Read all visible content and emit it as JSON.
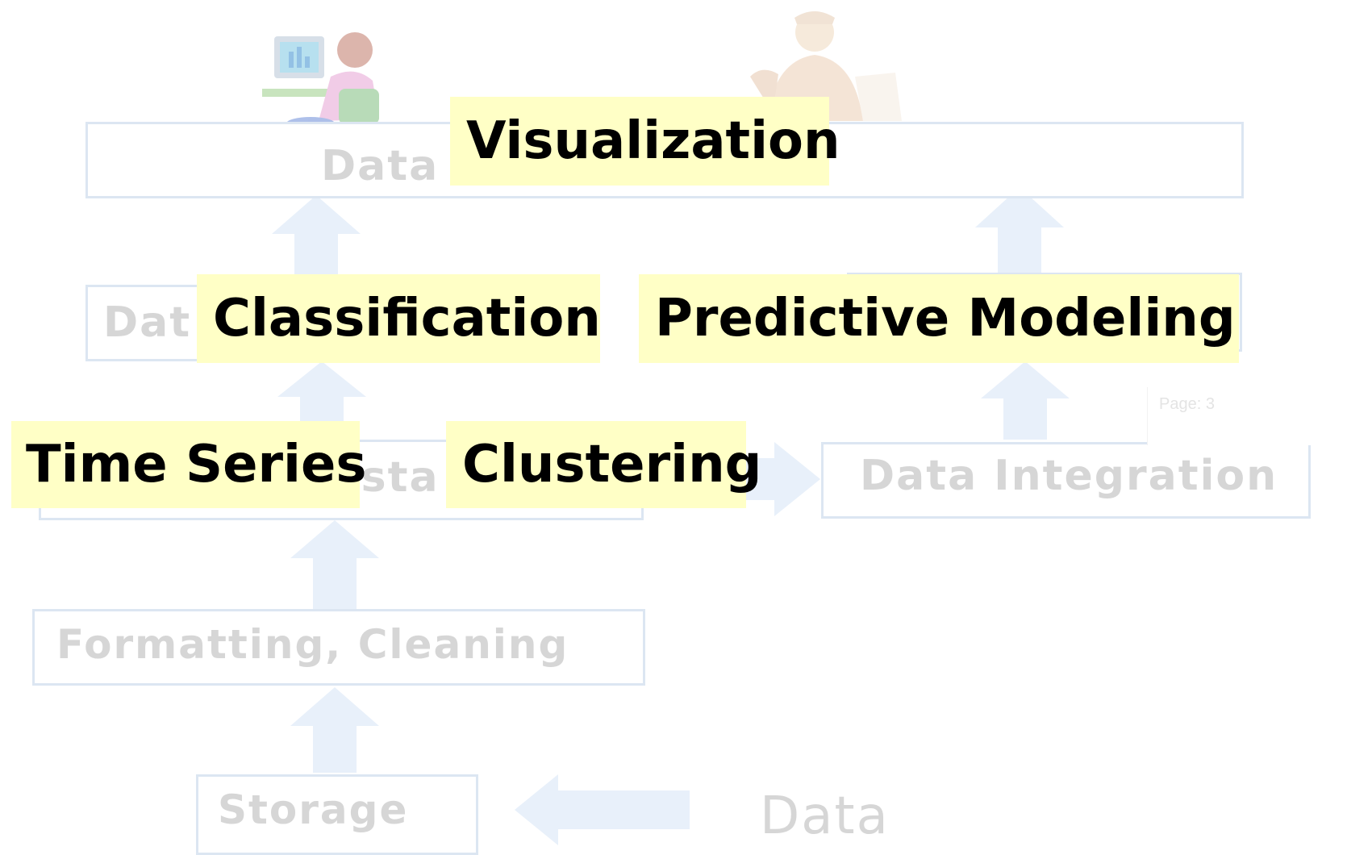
{
  "background_boxes": {
    "data_top": "Data",
    "data_mid": "Dat",
    "understanding": "rsta",
    "data_integration": "Data Integration",
    "formatting_cleaning": "Formatting, Cleaning",
    "storage": "Storage",
    "data_source": "Data"
  },
  "page_tag": "Page: 3",
  "callouts": {
    "visualization": "Visualization",
    "classification": "Classification",
    "predictive_modeling": "Predictive Modeling",
    "time_series": "Time Series",
    "clustering": "Clustering"
  },
  "colors": {
    "callout_fill": "#ffffc6",
    "box_border": "#dce6f2",
    "arrow_fill": "#e8f0fa",
    "faded_text": "#d6d6d6"
  },
  "icons": [
    "woman-at-computer-icon",
    "businessman-icon"
  ]
}
